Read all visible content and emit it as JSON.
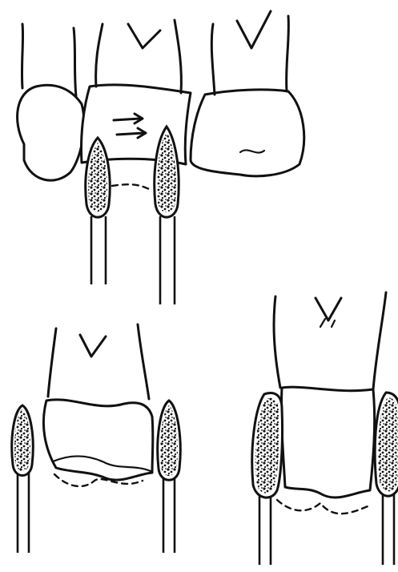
{
  "figure": {
    "colors": {
      "ink": "#111111",
      "paper": "#ffffff"
    },
    "panels": [
      {
        "id": "top",
        "content": "two-adjacent-teeth-with-two-diamond-burs-and-arrows"
      },
      {
        "id": "bottom-left",
        "content": "single-tooth-between-two-diamond-burs-with-dashed-outline"
      },
      {
        "id": "bottom-right",
        "content": "single-tooth-between-two-diamond-burs-with-dashed-outline"
      }
    ],
    "icons": [
      "diamond-bur-icon",
      "direction-arrow-icon"
    ]
  }
}
